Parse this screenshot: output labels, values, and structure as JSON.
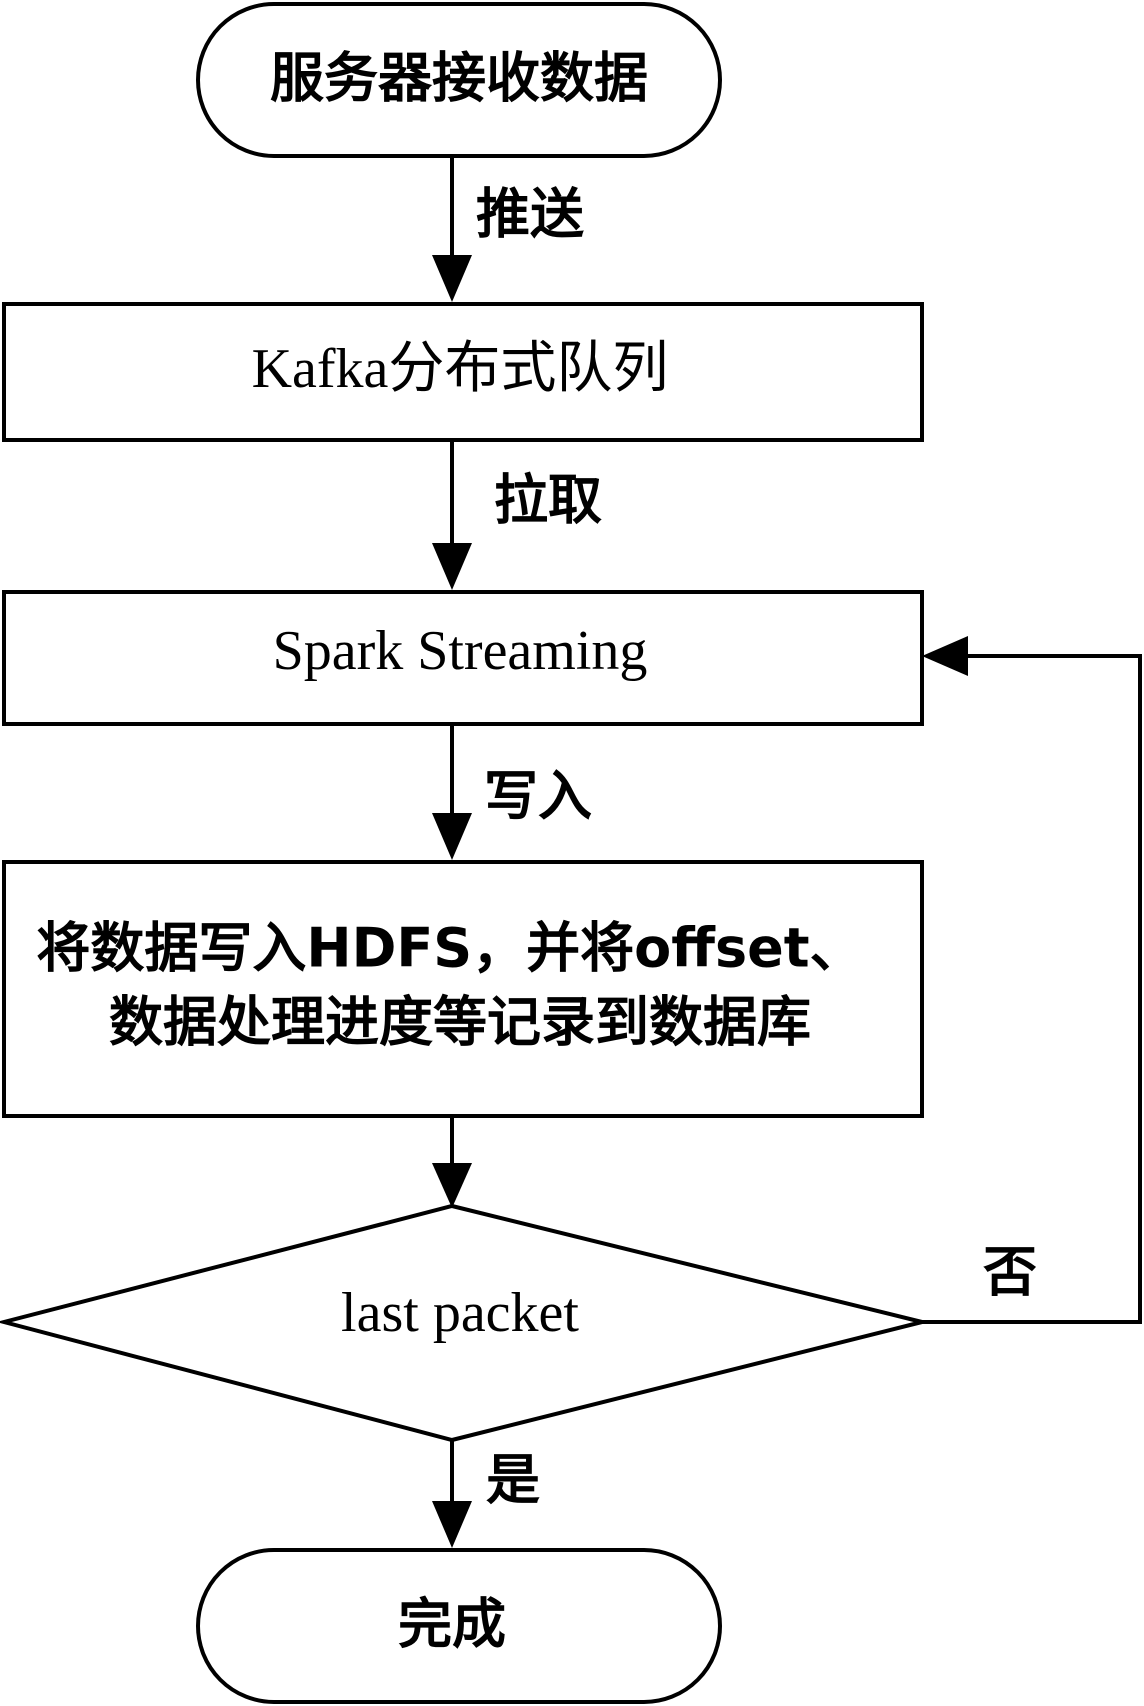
{
  "nodes": {
    "start": "服务器接收数据",
    "kafka": "Kafka分布式队列",
    "spark": "Spark Streaming",
    "write_line1": "将数据写入HDFS，并将offset、",
    "write_line2": "数据处理进度等记录到数据库",
    "decision": "last packet",
    "end": "完成"
  },
  "edges": {
    "push": "推送",
    "pull": "拉取",
    "write": "写入",
    "no": "否",
    "yes": "是"
  }
}
